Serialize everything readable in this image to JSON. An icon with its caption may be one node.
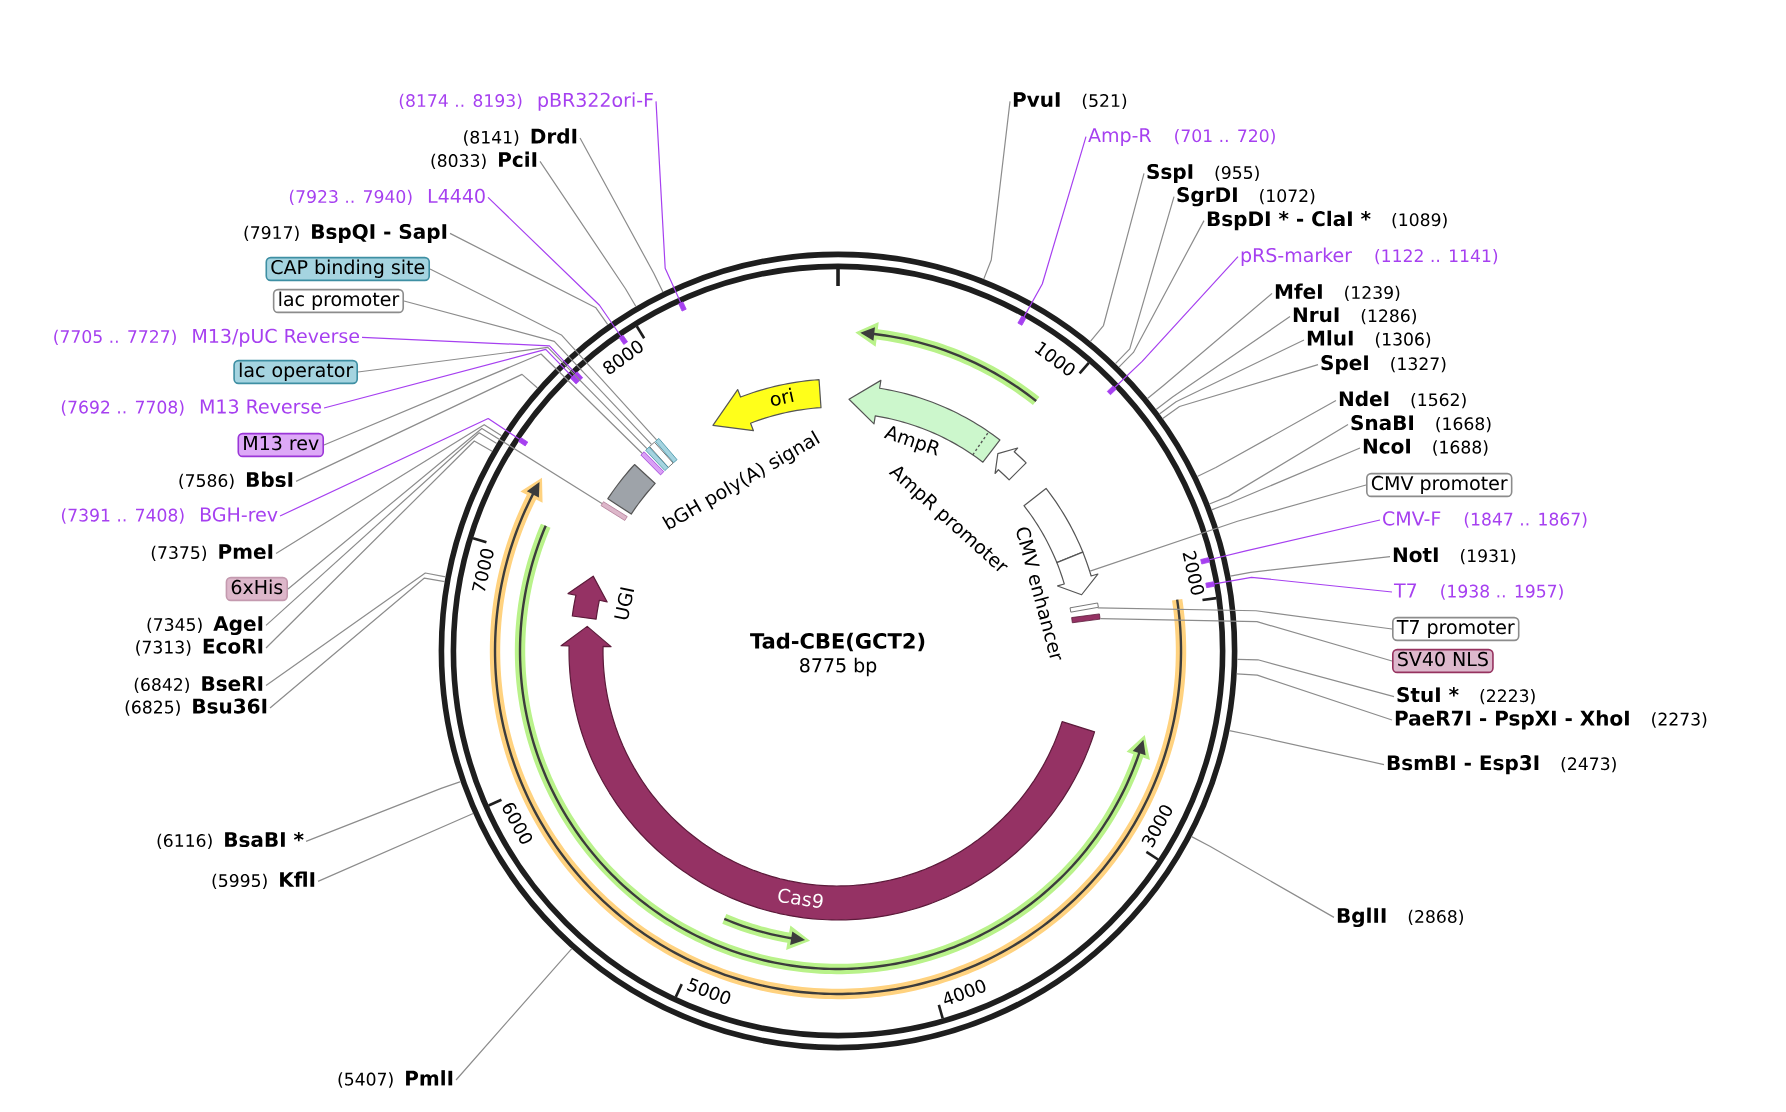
{
  "diagram": {
    "title": "Tad-CBE(GCT2)",
    "nodes": [
      {
        "text": [
          "(8174 .. 8193)",
          "pBR322ori-F"
        ]
      },
      {
        "text": [
          "(8141)",
          "DrdI"
        ]
      },
      {
        "text": [
          "(8033)",
          "PciI"
        ]
      },
      {
        "text": [
          "(7923 .. 7940)",
          "L4440"
        ]
      },
      {
        "text": [
          "(7917)",
          "BspQI - SapI"
        ]
      },
      {
        "text": [
          "CAP binding site"
        ]
      },
      {
        "text": [
          "lac promoter"
        ]
      },
      {
        "text": [
          "(7705 .. 7727)",
          "M13/pUC Reverse"
        ]
      },
      {
        "text": [
          "lac operator"
        ]
      },
      {
        "text": [
          "(7692 .. 7708)",
          "M13 Reverse"
        ]
      },
      {
        "text": [
          "M13 rev"
        ]
      },
      {
        "text": [
          "(7586)",
          "BbsI"
        ]
      },
      {
        "text": [
          "(7391 .. 7408)",
          "BGH-rev"
        ]
      },
      {
        "text": [
          "(7375)",
          "PmeI"
        ]
      },
      {
        "text": [
          "6xHis"
        ]
      },
      {
        "text": [
          "(7345)",
          "AgeI"
        ]
      },
      {
        "text": [
          "(7313)",
          "EcoRI"
        ]
      },
      {
        "text": [
          "(6842)",
          "BseRI"
        ]
      },
      {
        "text": [
          "(6825)",
          "Bsu36I"
        ]
      },
      {
        "text": [
          "(6116)",
          "BsaBI *"
        ]
      },
      {
        "text": [
          "(5995)",
          "KflI"
        ]
      },
      {
        "text": [
          "(5407)",
          "PmlI"
        ]
      },
      {
        "text": [
          "PvuI",
          "(521)"
        ]
      },
      {
        "text": [
          "Amp-R",
          "(701 .. 720)"
        ]
      },
      {
        "text": [
          "SspI",
          "(955)"
        ]
      },
      {
        "text": [
          "SgrDI",
          "(1072)"
        ]
      },
      {
        "text": [
          "BspDI * - ClaI *",
          "(1089)"
        ]
      },
      {
        "text": [
          "pRS-marker",
          "(1122 .. 1141)"
        ]
      },
      {
        "text": [
          "MfeI",
          "(1239)"
        ]
      },
      {
        "text": [
          "NruI",
          "(1286)"
        ]
      },
      {
        "text": [
          "MluI",
          "(1306)"
        ]
      },
      {
        "text": [
          "SpeI",
          "(1327)"
        ]
      },
      {
        "text": [
          "NdeI",
          "(1562)"
        ]
      },
      {
        "text": [
          "SnaBI",
          "(1668)"
        ]
      },
      {
        "text": [
          "NcoI",
          "(1688)"
        ]
      },
      {
        "text": [
          "CMV promoter"
        ]
      },
      {
        "text": [
          "CMV-F",
          "(1847 .. 1867)"
        ]
      },
      {
        "text": [
          "NotI",
          "(1931)"
        ]
      },
      {
        "text": [
          "T7",
          "(1938 .. 1957)"
        ]
      },
      {
        "text": [
          "T7 promoter"
        ]
      },
      {
        "text": [
          "SV40 NLS"
        ]
      },
      {
        "text": [
          "StuI *",
          "(2223)"
        ]
      },
      {
        "text": [
          "PaeR7I - PspXI - XhoI",
          "(2273)"
        ]
      },
      {
        "text": [
          "BsmBI - Esp3I",
          "(2473)"
        ]
      },
      {
        "text": [
          "BglII",
          "(2868)"
        ]
      },
      {
        "text": [],
        "shape": "circle"
      },
      {
        "text": [
          "ori"
        ],
        "in": 45
      },
      {
        "text": [
          "AmpR"
        ],
        "in": 45
      },
      {
        "text": [
          "AmpR promoter"
        ],
        "in": 45
      },
      {
        "text": [
          "CMV enhancer"
        ],
        "in": 45
      },
      {
        "text": [
          "bGH poly(A) signal"
        ],
        "in": 45
      },
      {
        "text": [
          "UGI"
        ],
        "in": 45
      },
      {
        "text": [
          "Cas9"
        ],
        "in": 45
      },
      {
        "text": [],
        "shape": "bar",
        "in": 45
      },
      {
        "text": [],
        "shape": "bar",
        "in": 45
      },
      {
        "text": [],
        "shape": "bar",
        "in": 45
      },
      {
        "text": [],
        "shape": "bar",
        "in": 45
      },
      {
        "text": [],
        "shape": "bar",
        "in": 45
      },
      {
        "text": [],
        "shape": "arrow",
        "in": 45
      },
      {
        "text": [],
        "shape": "bar",
        "in": 45
      },
      {
        "text": [],
        "shape": "bar",
        "in": 45
      },
      {
        "text": [],
        "shape": "bar",
        "in": 45
      },
      {
        "text": [],
        "shape": "bar",
        "in": 45
      },
      {
        "text": [],
        "shape": "bar",
        "in": 45
      },
      {
        "text": [],
        "shape": "bar",
        "in": 45
      },
      {
        "text": [],
        "shape": "bar",
        "in": 45
      },
      {
        "text": [],
        "shape": "bar",
        "in": 45
      },
      {
        "text": [],
        "shape": "bar",
        "in": 45
      },
      {
        "text": [],
        "shape": "bar",
        "in": 45
      },
      {
        "text": [],
        "shape": "bar",
        "in": 45
      },
      {
        "text": [],
        "shape": "arrow",
        "in": 45
      },
      {
        "text": [],
        "shape": "arrow",
        "in": 45
      },
      {
        "text": [],
        "shape": "arrow",
        "in": 45
      },
      {
        "text": [],
        "shape": "arrow",
        "in": 45
      }
    ],
    "edges": [
      {
        "from": 0,
        "to": 61,
        "arrow": "none",
        "color": "#a640f0"
      },
      {
        "from": 1,
        "to": 45,
        "arrow": "none"
      },
      {
        "from": 2,
        "to": 45,
        "arrow": "none"
      },
      {
        "from": 3,
        "to": 63,
        "arrow": "none",
        "color": "#a640f0"
      },
      {
        "from": 4,
        "to": 45,
        "arrow": "none"
      },
      {
        "from": 5,
        "to": 53,
        "arrow": "none"
      },
      {
        "from": 6,
        "to": 54,
        "arrow": "none"
      },
      {
        "from": 7,
        "to": 64,
        "arrow": "none",
        "color": "#a640f0"
      },
      {
        "from": 8,
        "to": 55,
        "arrow": "none"
      },
      {
        "from": 9,
        "to": 65,
        "arrow": "none",
        "color": "#a640f0"
      },
      {
        "from": 10,
        "to": 56,
        "arrow": "none"
      },
      {
        "from": 11,
        "to": 45,
        "arrow": "none"
      },
      {
        "from": 12,
        "to": 67,
        "arrow": "none",
        "color": "#a640f0"
      },
      {
        "from": 13,
        "to": 45,
        "arrow": "none"
      },
      {
        "from": 14,
        "to": 57,
        "arrow": "none"
      },
      {
        "from": 15,
        "to": 45,
        "arrow": "none"
      },
      {
        "from": 16,
        "to": 45,
        "arrow": "none"
      },
      {
        "from": 17,
        "to": 45,
        "arrow": "none"
      },
      {
        "from": 18,
        "to": 45,
        "arrow": "none"
      },
      {
        "from": 19,
        "to": 45,
        "arrow": "none"
      },
      {
        "from": 20,
        "to": 45,
        "arrow": "none"
      },
      {
        "from": 21,
        "to": 45,
        "arrow": "none"
      },
      {
        "from": 22,
        "to": 45,
        "arrow": "none"
      },
      {
        "from": 23,
        "to": 62,
        "arrow": "none",
        "color": "#a640f0"
      },
      {
        "from": 24,
        "to": 45,
        "arrow": "none"
      },
      {
        "from": 25,
        "to": 45,
        "arrow": "none"
      },
      {
        "from": 26,
        "to": 45,
        "arrow": "none"
      },
      {
        "from": 27,
        "to": 66,
        "arrow": "none",
        "color": "#a640f0"
      },
      {
        "from": 28,
        "to": 45,
        "arrow": "none"
      },
      {
        "from": 29,
        "to": 45,
        "arrow": "none"
      },
      {
        "from": 30,
        "to": 45,
        "arrow": "none"
      },
      {
        "from": 31,
        "to": 45,
        "arrow": "none"
      },
      {
        "from": 32,
        "to": 45,
        "arrow": "none"
      },
      {
        "from": 33,
        "to": 45,
        "arrow": "none"
      },
      {
        "from": 34,
        "to": 45,
        "arrow": "none"
      },
      {
        "from": 35,
        "to": 58,
        "arrow": "none"
      },
      {
        "from": 36,
        "to": 68,
        "arrow": "none",
        "color": "#a640f0"
      },
      {
        "from": 37,
        "to": 45,
        "arrow": "none"
      },
      {
        "from": 38,
        "to": 69,
        "arrow": "none",
        "color": "#a640f0"
      },
      {
        "from": 39,
        "to": 59,
        "arrow": "none"
      },
      {
        "from": 40,
        "to": 60,
        "arrow": "none"
      },
      {
        "from": 41,
        "to": 45,
        "arrow": "none"
      },
      {
        "from": 42,
        "to": 45,
        "arrow": "none"
      },
      {
        "from": 43,
        "to": 45,
        "arrow": "none"
      },
      {
        "from": 44,
        "to": 45,
        "arrow": "none"
      }
    ],
    "labels": [
      "8775 bp",
      "1000",
      "2000",
      "3000",
      "4000",
      "5000",
      "6000",
      "7000",
      "8000"
    ]
  }
}
